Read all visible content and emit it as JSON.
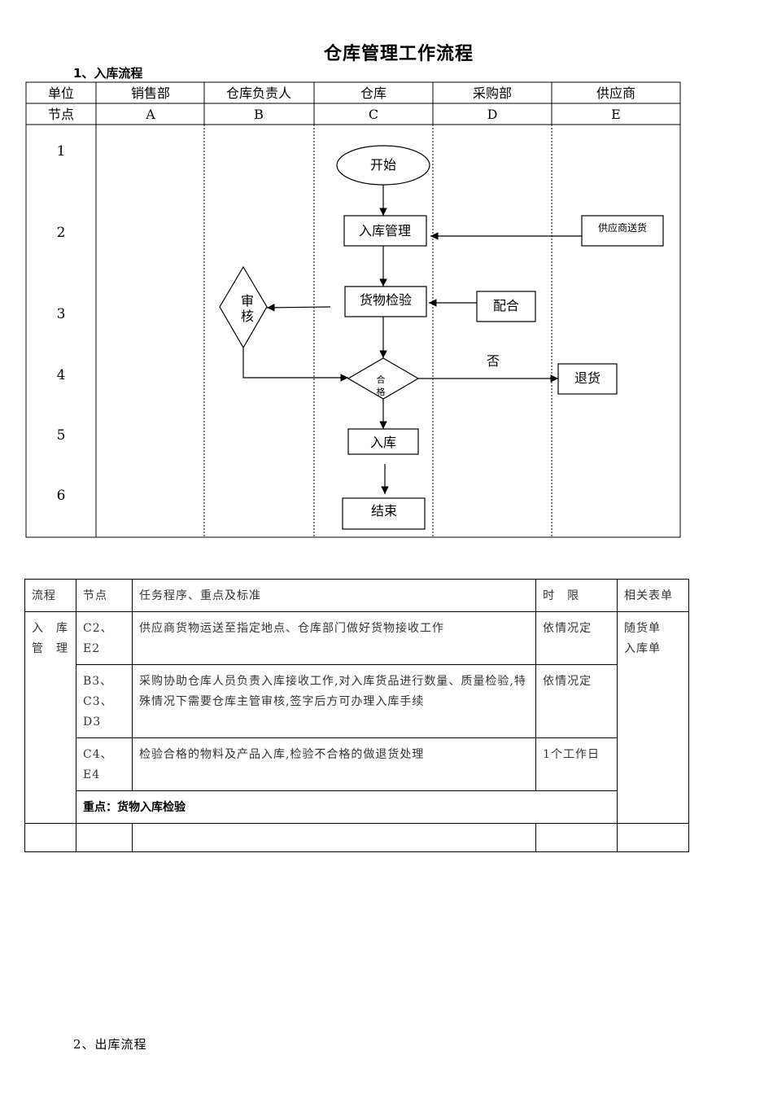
{
  "document": {
    "title": "仓库管理工作流程",
    "section1_title": "1、入库流程",
    "section2_title": "2、出库流程"
  },
  "swimlane": {
    "row_labels": {
      "unit": "单位",
      "node": "节点"
    },
    "columns": [
      {
        "unit": "销售部",
        "node": "A"
      },
      {
        "unit": "仓库负责人",
        "node": "B"
      },
      {
        "unit": "仓库",
        "node": "C"
      },
      {
        "unit": "采购部",
        "node": "D"
      },
      {
        "unit": "供应商",
        "node": "E"
      }
    ],
    "step_numbers": [
      "1",
      "2",
      "3",
      "4",
      "5",
      "6"
    ]
  },
  "flowchart": {
    "start": "开始",
    "inbound_mgmt": "入库管理",
    "supplier_delivery": "供应商送货",
    "goods_inspection": "货物检验",
    "cooperate": "配合",
    "review_line1": "审",
    "review_line2": "核",
    "qualified_line1": "合",
    "qualified_line2": "格",
    "no_label": "否",
    "return_goods": "退货",
    "warehousing": "入库",
    "end": "结束"
  },
  "procedure_table": {
    "headers": [
      "流程",
      "节点",
      "任务程序、重点及标准",
      "时　限",
      "相关表单"
    ],
    "process_name": "入　库\n管　理",
    "forms": "随货单\n入库单",
    "rows": [
      {
        "node": "C2、E2",
        "task": "供应商货物运送至指定地点、仓库部门做好货物接收工作",
        "time": "依情况定"
      },
      {
        "node": "B3、C3、D3",
        "task": "采购协助仓库人员负责入库接收工作,对入库货品进行数量、质量检验,特殊情况下需要仓库主管审核,签字后方可办理入库手续",
        "time": "依情况定"
      },
      {
        "node": "C4、E4",
        "task": "检验合格的物料及产品入库,检验不合格的做退货处理",
        "time": "1个工作日"
      }
    ],
    "key_point": "重点：货物入库检验"
  }
}
